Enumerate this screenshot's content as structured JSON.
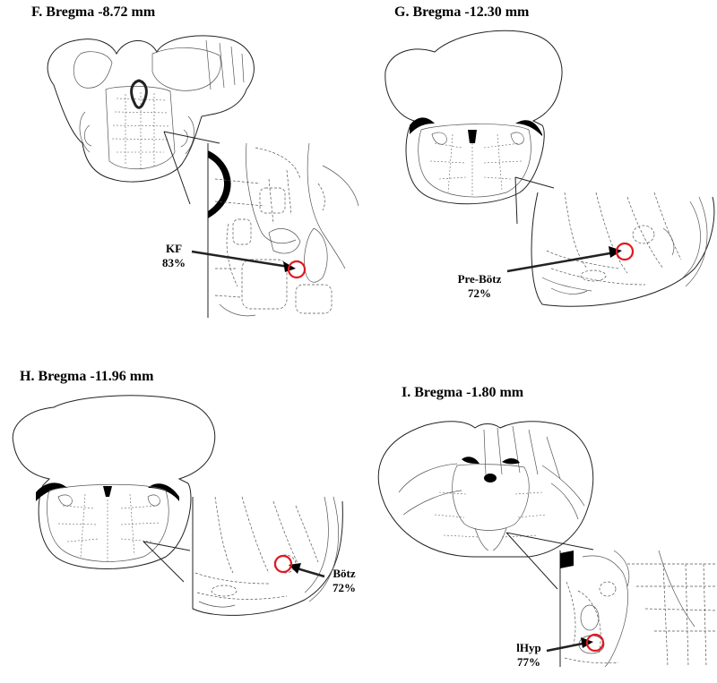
{
  "panels": [
    {
      "id": "F",
      "title": "F. Bregma -8.72 mm",
      "region": "KF",
      "percent": "83%",
      "marker_color": "#e0191f"
    },
    {
      "id": "G",
      "title": "G. Bregma -12.30 mm",
      "region": "Pre-Bötz",
      "percent": "72%",
      "marker_color": "#e0191f"
    },
    {
      "id": "H",
      "title": "H. Bregma -11.96 mm",
      "region": "Bötz",
      "percent": "72%",
      "marker_color": "#e0191f"
    },
    {
      "id": "I",
      "title": "I. Bregma -1.80 mm",
      "region": "lHyp",
      "percent": "77%",
      "marker_color": "#e0191f"
    }
  ]
}
